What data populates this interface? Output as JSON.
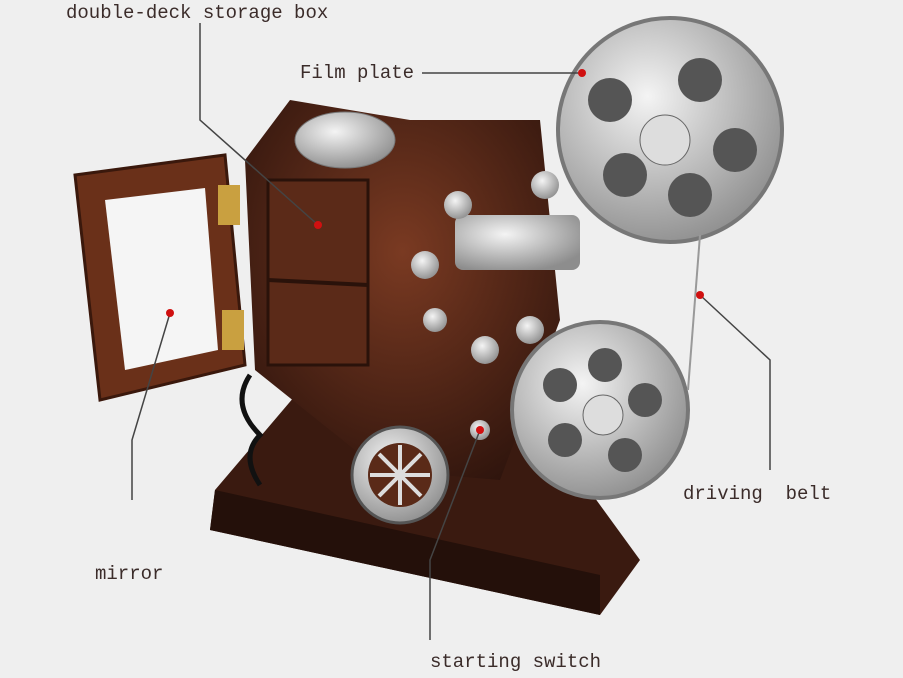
{
  "labels": {
    "storage_box": "double-deck storage box",
    "film_plate": "Film plate",
    "driving_belt": "driving  belt",
    "mirror": "mirror",
    "starting_switch": "starting switch"
  },
  "colors": {
    "background": "#efefef",
    "wood": "#4a2318",
    "wood_light": "#7a3a22",
    "metal": "#c8c8c8",
    "marker": "#d01010",
    "text": "#3b2c2a"
  }
}
